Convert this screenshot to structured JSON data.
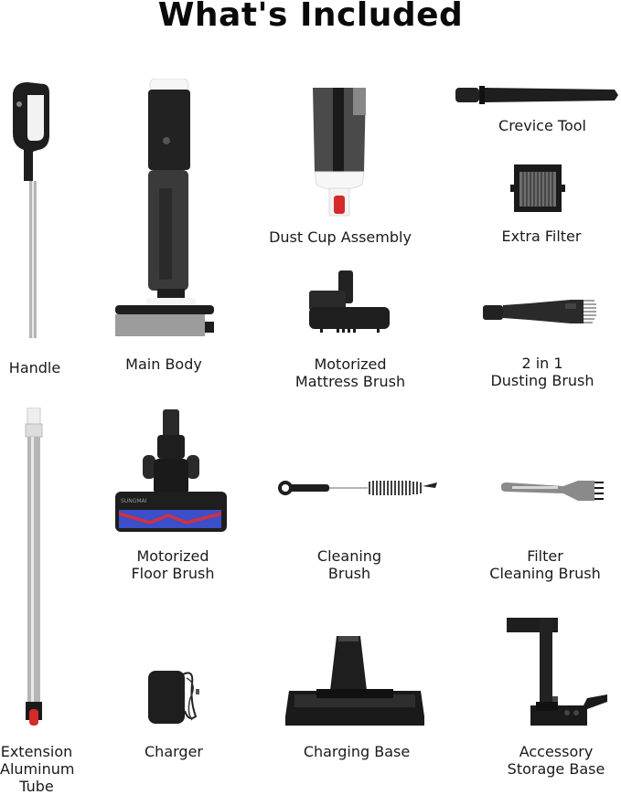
{
  "title": "What's Included",
  "items": [
    {
      "id": "handle",
      "label": "Handle"
    },
    {
      "id": "main-body",
      "label": "Main Body"
    },
    {
      "id": "dust-cup",
      "label": "Dust Cup Assembly"
    },
    {
      "id": "crevice-tool",
      "label": "Crevice Tool"
    },
    {
      "id": "extra-filter",
      "label": "Extra Filter"
    },
    {
      "id": "mattress-brush",
      "label": "Motorized\nMattress Brush"
    },
    {
      "id": "dusting-brush",
      "label": "2 in 1\nDusting Brush"
    },
    {
      "id": "extension-tube",
      "label": "Extension\nAluminum\nTube"
    },
    {
      "id": "floor-brush",
      "label": "Motorized\nFloor Brush"
    },
    {
      "id": "cleaning-brush",
      "label": "Cleaning\nBrush"
    },
    {
      "id": "filter-cleaning-brush",
      "label": "Filter\nCleaning Brush"
    },
    {
      "id": "charger",
      "label": "Charger"
    },
    {
      "id": "charging-base",
      "label": "Charging Base"
    },
    {
      "id": "accessory-storage-base",
      "label": "Accessory\nStorage Base"
    }
  ],
  "brand_text": "SUNGMAI",
  "colors": {
    "product_black": "#1c1c1c",
    "accent_red": "#d42a2a",
    "aluminum": "#b8b8b8",
    "brush_blue": "#3a4fc8",
    "brush_red": "#c8324a"
  }
}
